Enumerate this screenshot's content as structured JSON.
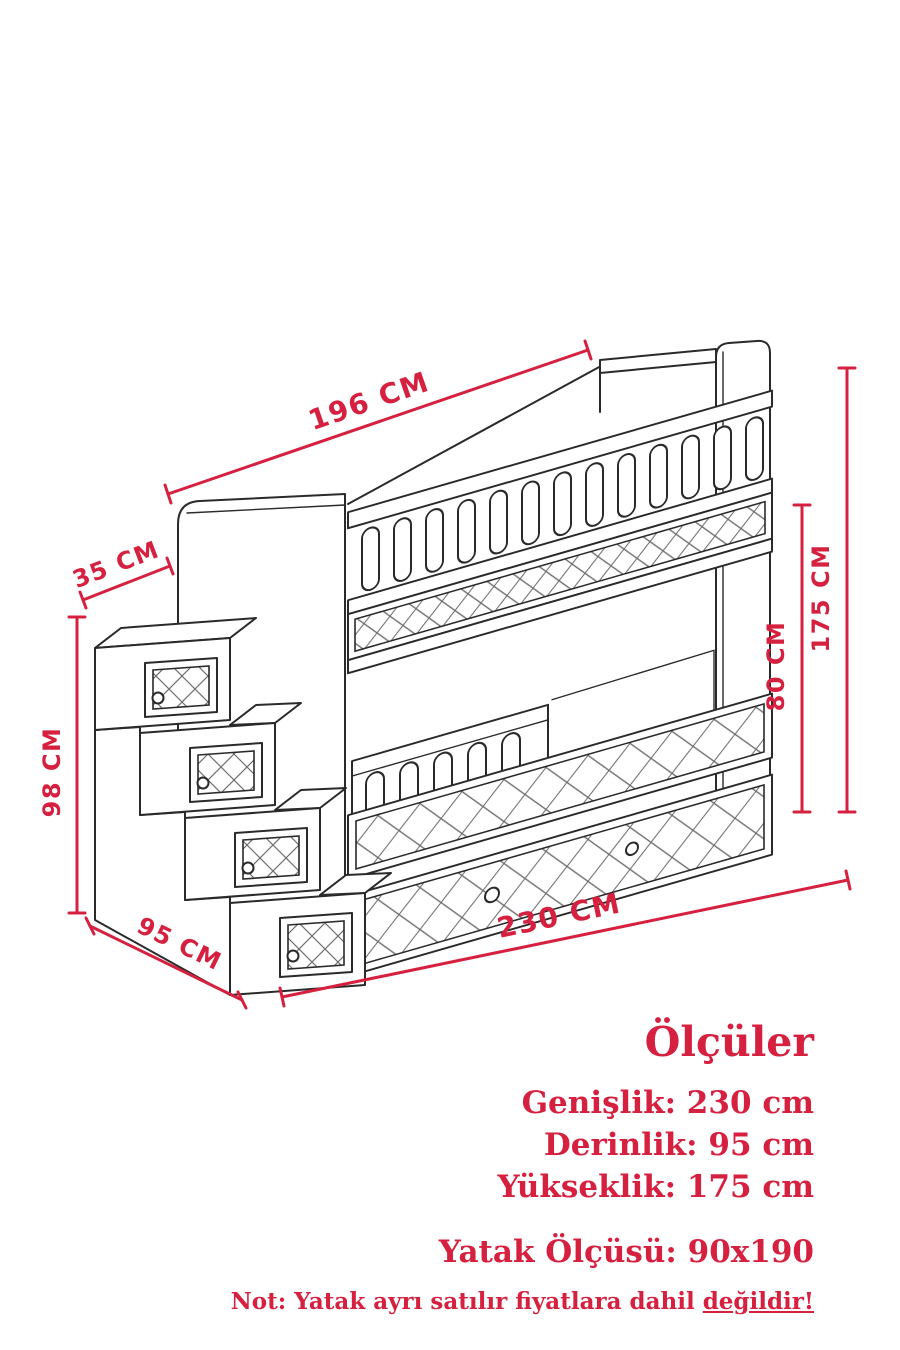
{
  "diagram": {
    "subject": "bunk-bed-with-storage-stairs",
    "accent_color": "#d6203f",
    "line_color": "#2a2a2a",
    "dimensions": {
      "width_top": "196 CM",
      "stair_depth": "35 CM",
      "stair_height": "98 CM",
      "depth": "95 CM",
      "width_bottom": "230 CM",
      "inner_height": "80 CM",
      "total_height": "175 CM"
    }
  },
  "specs": {
    "title": "Ölçüler",
    "lines": [
      "Genişlik: 230 cm",
      "Derinlik: 95 cm",
      "Yükseklik: 175 cm"
    ],
    "mattress": "Yatak Ölçüsü: 90x190",
    "note_prefix": "Not: Yatak ayrı satılır fiyatlara dahil ",
    "note_underlined": "değildir!"
  }
}
